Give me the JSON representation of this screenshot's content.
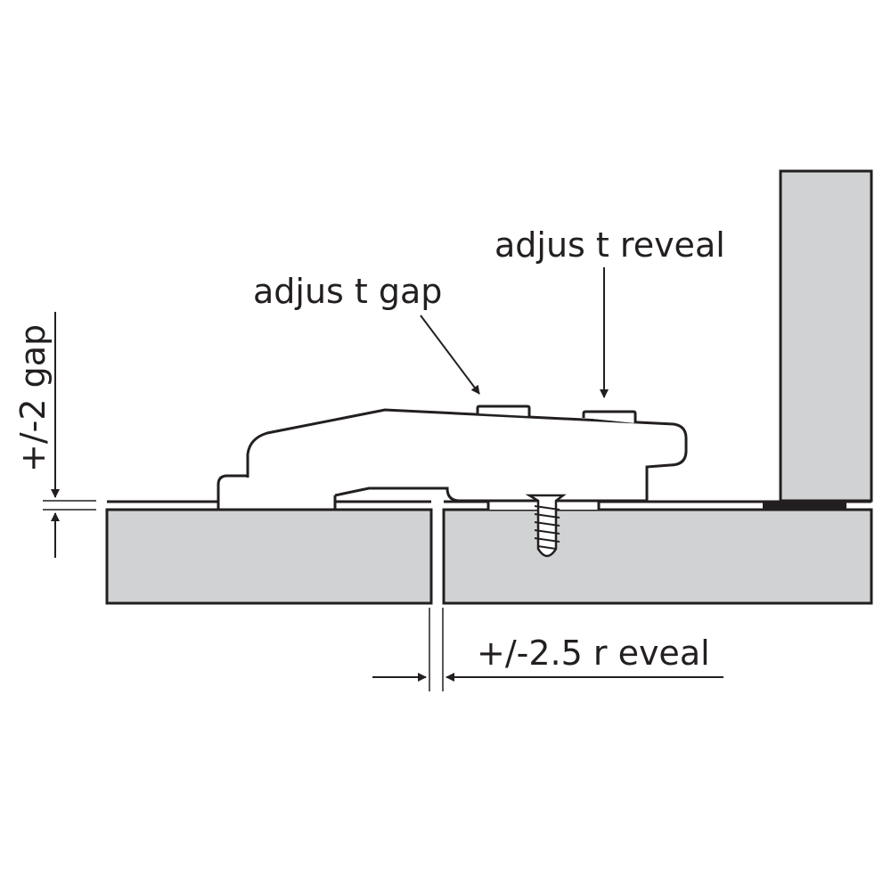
{
  "labels": {
    "adjust_gap": "adjus t gap",
    "adjust_reveal": "adjus t reveal",
    "gap_range": "+/-2 gap",
    "reveal_range": "+/-2.5 r eveal"
  },
  "colors": {
    "panel_fill": "#d1d2d4",
    "line": "#231f20",
    "background": "#ffffff",
    "screw_fill": "#ffffff"
  }
}
